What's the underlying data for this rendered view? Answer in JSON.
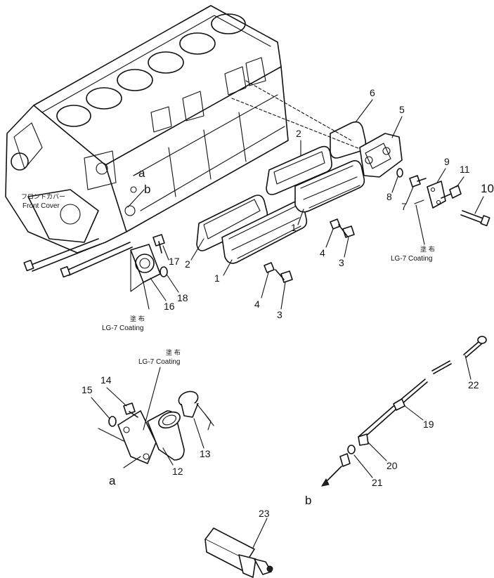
{
  "callouts": {
    "n1a": "1",
    "n1b": "1",
    "n2a": "2",
    "n2b": "2",
    "n3a": "3",
    "n3b": "3",
    "n4a": "4",
    "n4b": "4",
    "n5": "5",
    "n6": "6",
    "n7": "7",
    "n8": "8",
    "n9": "9",
    "n10": "10",
    "n11": "11",
    "n12": "12",
    "n13": "13",
    "n14": "14",
    "n15": "15",
    "n16": "16",
    "n17": "17",
    "n18": "18",
    "n19": "19",
    "n20": "20",
    "n21": "21",
    "n22": "22",
    "n23": "23"
  },
  "refs": {
    "a_top": "a",
    "b_top": "b",
    "a_bottom": "a",
    "b_bottom": "b"
  },
  "notes": {
    "front_cover_jp": "フロントカバー",
    "front_cover_en": "Front Cover",
    "coating_jp": "塗 布",
    "coating_en": "LG-7 Coating"
  }
}
